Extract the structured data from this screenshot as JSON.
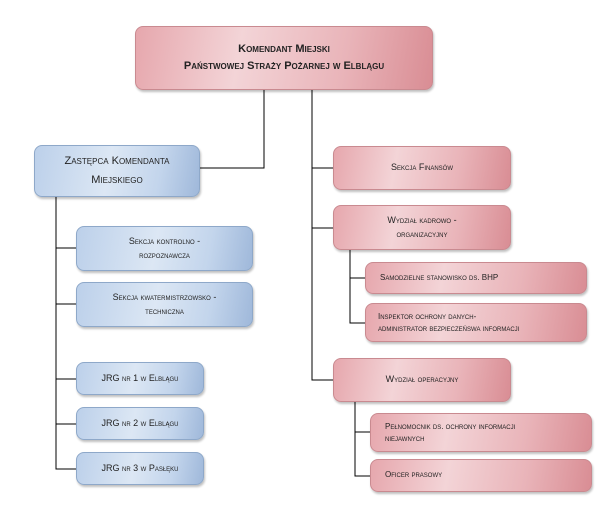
{
  "top": {
    "line1": "Komendant Miejski",
    "line2": "Państwowej Straży Pożarnej w Elblągu"
  },
  "deputy": {
    "line1": "Zastępca Komendanta",
    "line2": "Miejskiego"
  },
  "left_units": [
    {
      "line1": "Sekcja kontrolno -",
      "line2": "rozpoznawcza"
    },
    {
      "line1": "Sekcja kwatermistrzowsko -",
      "line2": "techniczna"
    },
    {
      "line1": "JRG nr 1 w Elblągu"
    },
    {
      "line1": "JRG nr 2 w Elblągu"
    },
    {
      "line1": "JRG nr 3 w Pasłęku"
    }
  ],
  "right_units": {
    "finance": {
      "line1": "Sekcja Finansów"
    },
    "hr": {
      "line1": "Wydział kadrowo -",
      "line2": "organizacyjny"
    },
    "bhp": {
      "line1": "Samodzielne stanowisko ds. BHP"
    },
    "inspector": {
      "line1": "Inspektor ochrony danych-",
      "line2": "administrator bezpieczeńswa informacji"
    },
    "operations": {
      "line1": "Wydział operacyjny"
    },
    "plenipotentiary": {
      "line1": "Pełnomocnik ds.  ochrony informacji",
      "line2": "niejawnych"
    },
    "press": {
      "line1": "Oficer prasowy"
    }
  }
}
